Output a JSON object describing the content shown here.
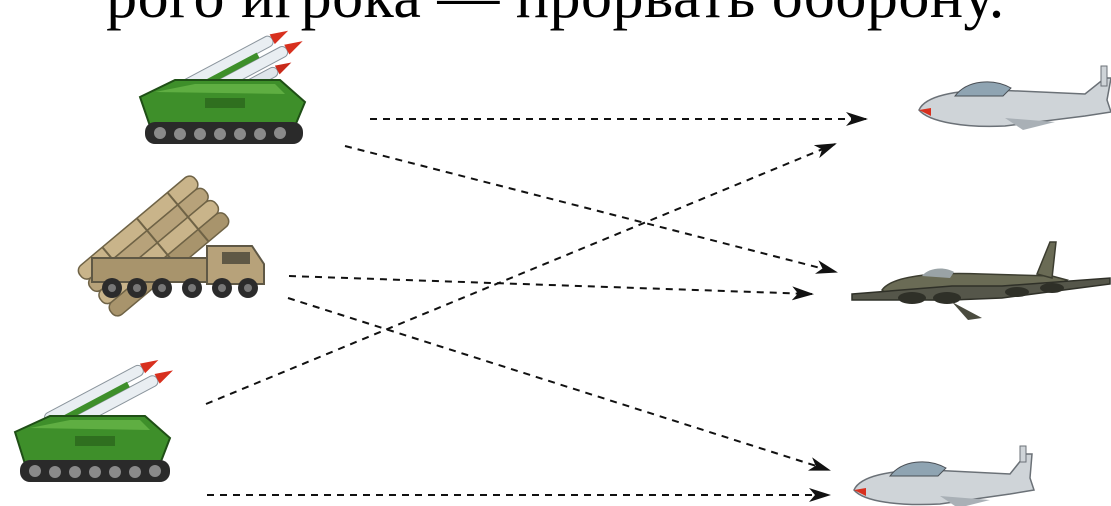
{
  "caption": "рого игрока — прорвать оборону.",
  "colors": {
    "arrow": "#111111",
    "tank_green": "#3e8f2a",
    "tank_dark": "#1f4f16",
    "missile_body": "#e9eef2",
    "missile_tip": "#d8301e",
    "truck_khaki": "#b7a27a",
    "truck_dark": "#5f5845",
    "jet_silver": "#cfd4d8",
    "jet_dark": "#4a4f55",
    "transport_olive": "#6a6b55"
  },
  "defenders": [
    {
      "id": "sam-top",
      "icon": "sam-tracked-launcher-icon"
    },
    {
      "id": "mlrs-middle",
      "icon": "rocket-truck-launcher-icon"
    },
    {
      "id": "sam-bottom",
      "icon": "sam-tracked-launcher-icon"
    }
  ],
  "targets": [
    {
      "id": "jet-top",
      "icon": "jet-trainer-icon"
    },
    {
      "id": "transport-middle",
      "icon": "transport-aircraft-icon"
    },
    {
      "id": "jet-bottom",
      "icon": "jet-trainer-icon"
    }
  ],
  "arrows": [
    {
      "from": "sam-top",
      "to": "jet-top"
    },
    {
      "from": "sam-top",
      "to": "transport-middle"
    },
    {
      "from": "mlrs-middle",
      "to": "transport-middle"
    },
    {
      "from": "mlrs-middle",
      "to": "jet-bottom"
    },
    {
      "from": "sam-bottom",
      "to": "jet-top"
    },
    {
      "from": "sam-bottom",
      "to": "jet-bottom"
    }
  ]
}
